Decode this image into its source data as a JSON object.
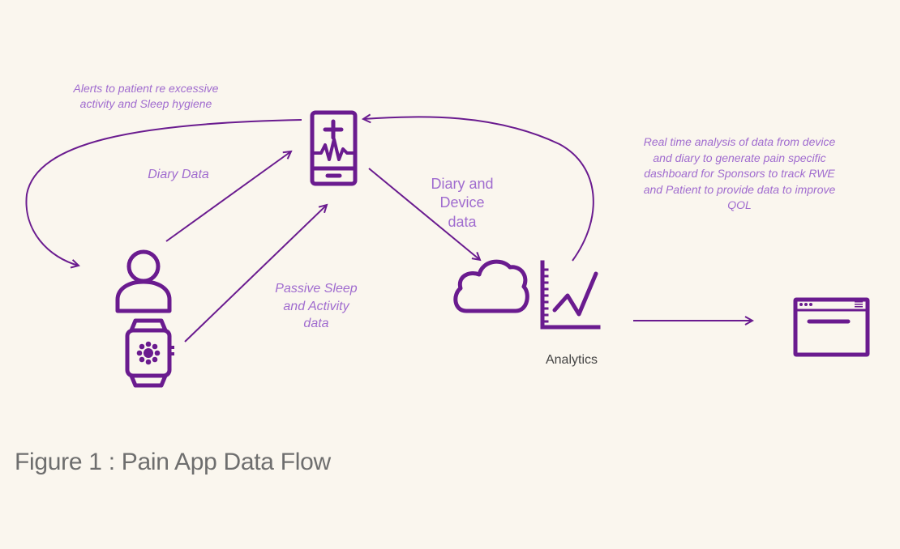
{
  "labels": {
    "alerts": "Alerts to patient re excessive\nactivity and Sleep hygiene",
    "diary_data": "Diary Data",
    "passive": "Passive Sleep\nand Activity\ndata",
    "diary_device": "Diary and\nDevice\ndata",
    "realtime": "Real time analysis of data from device\nand diary to generate  pain specific\ndashboard  for Sponsors to track RWE\nand Patient to provide data to improve\nQOL",
    "analytics": "Analytics"
  },
  "caption": "Figure 1 : Pain App Data Flow",
  "colors": {
    "accent": "#6a1b8f",
    "label": "#a06ccf",
    "caption": "#6e6e6e",
    "background": "#faf6ee"
  },
  "icons": [
    "phone-health-icon",
    "patient-icon",
    "smartwatch-icon",
    "cloud-icon",
    "analytics-chart-icon",
    "dashboard-window-icon"
  ]
}
